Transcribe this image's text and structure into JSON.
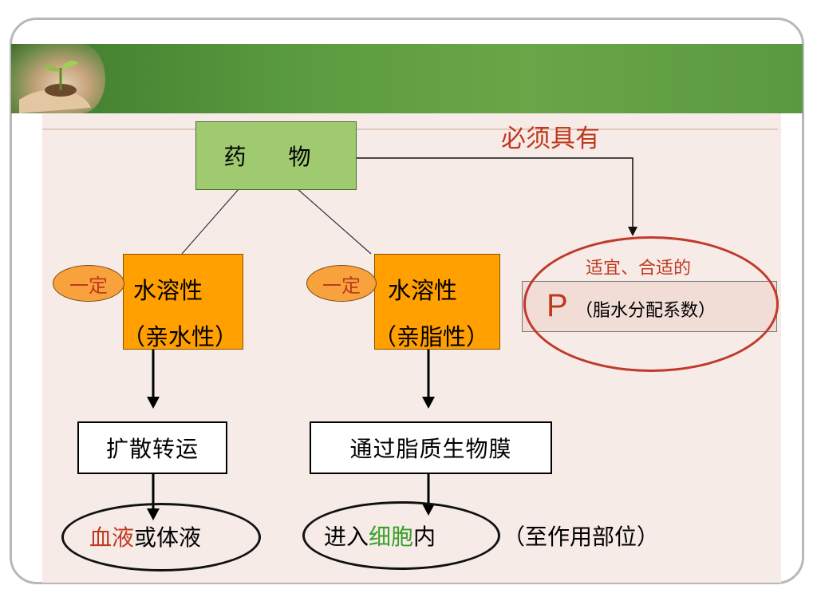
{
  "top": {
    "drug": "药 物",
    "must_have": "必须具有"
  },
  "left_branch": {
    "tag": "一定",
    "line1": "水溶性",
    "line2": "（亲水性）",
    "process": "扩散转运",
    "dest_red": "血液",
    "dest_rest": "或体液"
  },
  "middle_branch": {
    "tag": "一定",
    "line1": "水溶性",
    "line2": "（亲脂性）",
    "process": "通过脂质生物膜",
    "dest_a": "进入",
    "dest_green": "细胞",
    "dest_b": "内",
    "note": "（至作用部位）"
  },
  "right_branch": {
    "label": "适宜、合适的",
    "p_letter": "P",
    "p_desc": "（脂水分配系数）"
  },
  "colors": {
    "header": "#5a9a3e",
    "background": "#f7ebe8",
    "drug_box": "#9fca6f",
    "orange_box": "#ff9f00",
    "red": "#c0391f",
    "green": "#3aa02a"
  }
}
